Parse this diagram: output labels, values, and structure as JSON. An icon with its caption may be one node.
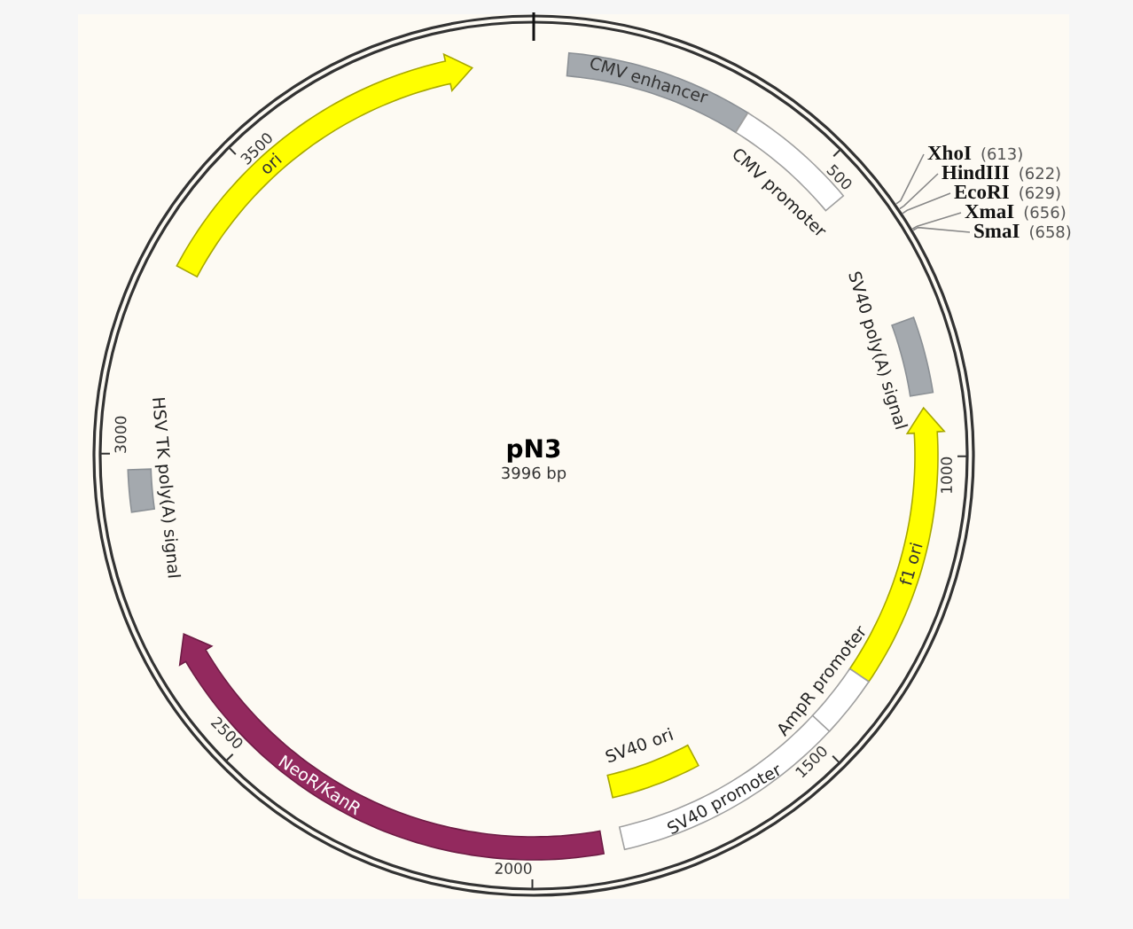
{
  "diagram": {
    "title": "pN3",
    "nodes": [
      {
        "text": [
          "CMV enhancer"
        ]
      },
      {
        "text": [
          "CMV promoter"
        ]
      },
      {
        "text": [
          "XhoI",
          "(613)"
        ]
      },
      {
        "text": [
          "HindIII",
          "(622)"
        ]
      },
      {
        "text": [
          "EcoRI",
          "(629)"
        ]
      },
      {
        "text": [
          "XmaI",
          "(656)"
        ]
      },
      {
        "text": [
          "SmaI",
          "(658)"
        ]
      },
      {
        "text": [
          "SV40 poly(A) signal"
        ]
      },
      {
        "text": [
          "f1 ori"
        ]
      },
      {
        "text": [
          "AmpR promoter"
        ]
      },
      {
        "text": [
          "SV40 promoter"
        ]
      },
      {
        "text": [
          "SV40 ori"
        ]
      },
      {
        "text": [
          "NeoR/KanR"
        ]
      },
      {
        "text": [
          "HSV TK poly(A) signal"
        ]
      },
      {
        "text": [
          "ori"
        ]
      }
    ],
    "edges": [
      {
        "from": 2,
        "to": null,
        "arrow": "none"
      },
      {
        "from": 3,
        "to": null,
        "arrow": "none"
      },
      {
        "from": 4,
        "to": null,
        "arrow": "none"
      },
      {
        "from": 5,
        "to": null,
        "arrow": "none"
      },
      {
        "from": 6,
        "to": null,
        "arrow": "none"
      }
    ],
    "labels": [
      "3996 bp",
      "500",
      "1000",
      "1500",
      "2000",
      "2500",
      "3000",
      "3500"
    ]
  }
}
